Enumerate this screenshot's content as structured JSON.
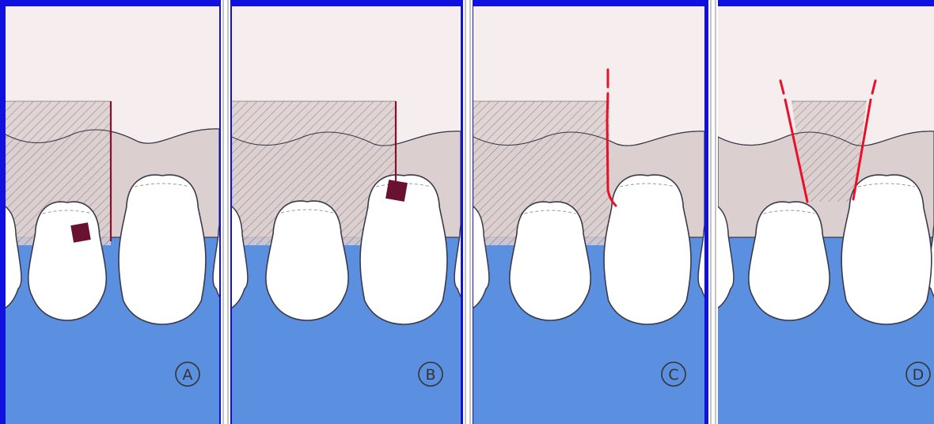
{
  "figure": {
    "panels": [
      {
        "id": "A",
        "label": "A",
        "marker": "square",
        "incision": "vertical"
      },
      {
        "id": "B",
        "label": "B",
        "marker": "square",
        "incision": "vertical"
      },
      {
        "id": "C",
        "label": "C",
        "marker": "none",
        "incision": "curved-dashed"
      },
      {
        "id": "D",
        "label": "D",
        "marker": "none",
        "incision": "two-diverging-dashed"
      }
    ],
    "colors": {
      "frame": "#1010e0",
      "background": "#f6eeee",
      "gingiva": "#dccfcf",
      "flap_hatch": "#9a8f90",
      "mucosa": "#5b8fe0",
      "tooth": "#ffffff",
      "outline": "#3a3a4a",
      "incision": "#e8112a",
      "incision_dark": "#8a0f2a",
      "marker": "#6a1030",
      "divider": "#ffffff"
    }
  }
}
